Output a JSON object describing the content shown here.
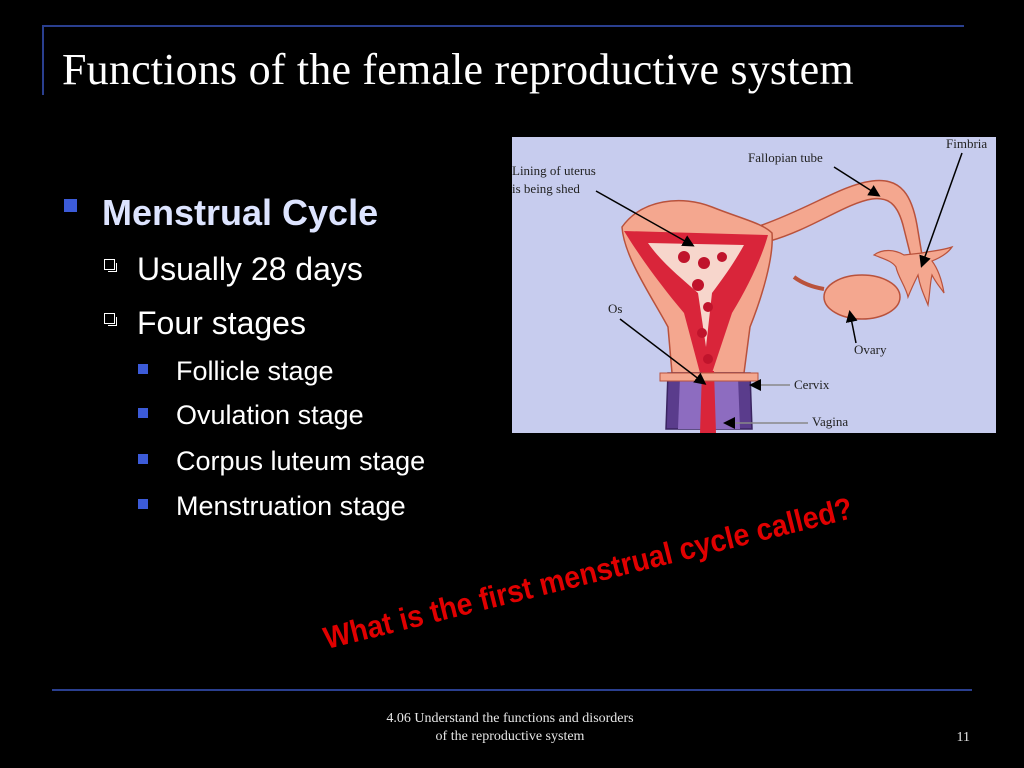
{
  "slide": {
    "title": "Functions of the female reproductive system",
    "bullets": {
      "level1": "Menstrual Cycle",
      "level2": [
        "Usually 28 days",
        "Four stages"
      ],
      "level3": [
        "Follicle stage",
        "Ovulation stage",
        "Corpus luteum stage",
        "Menstruation stage"
      ]
    },
    "question": "What is the first menstrual cycle called?",
    "footer": {
      "line1": "4.06 Understand the functions and disorders",
      "line2": "of the reproductive system",
      "page_number": "11"
    }
  },
  "figure": {
    "labels": {
      "lining_line1": "Lining of uterus",
      "lining_line2": "is being shed",
      "fallopian": "Fallopian tube",
      "fimbria": "Fimbria",
      "os": "Os",
      "ovary": "Ovary",
      "cervix": "Cervix",
      "vagina": "Vagina"
    }
  },
  "colors": {
    "background": "#000000",
    "rule": "#2a3f8f",
    "bullet_square": "#3c5bd8",
    "question": "#e00000",
    "figure_bg": "#c7ccee"
  }
}
